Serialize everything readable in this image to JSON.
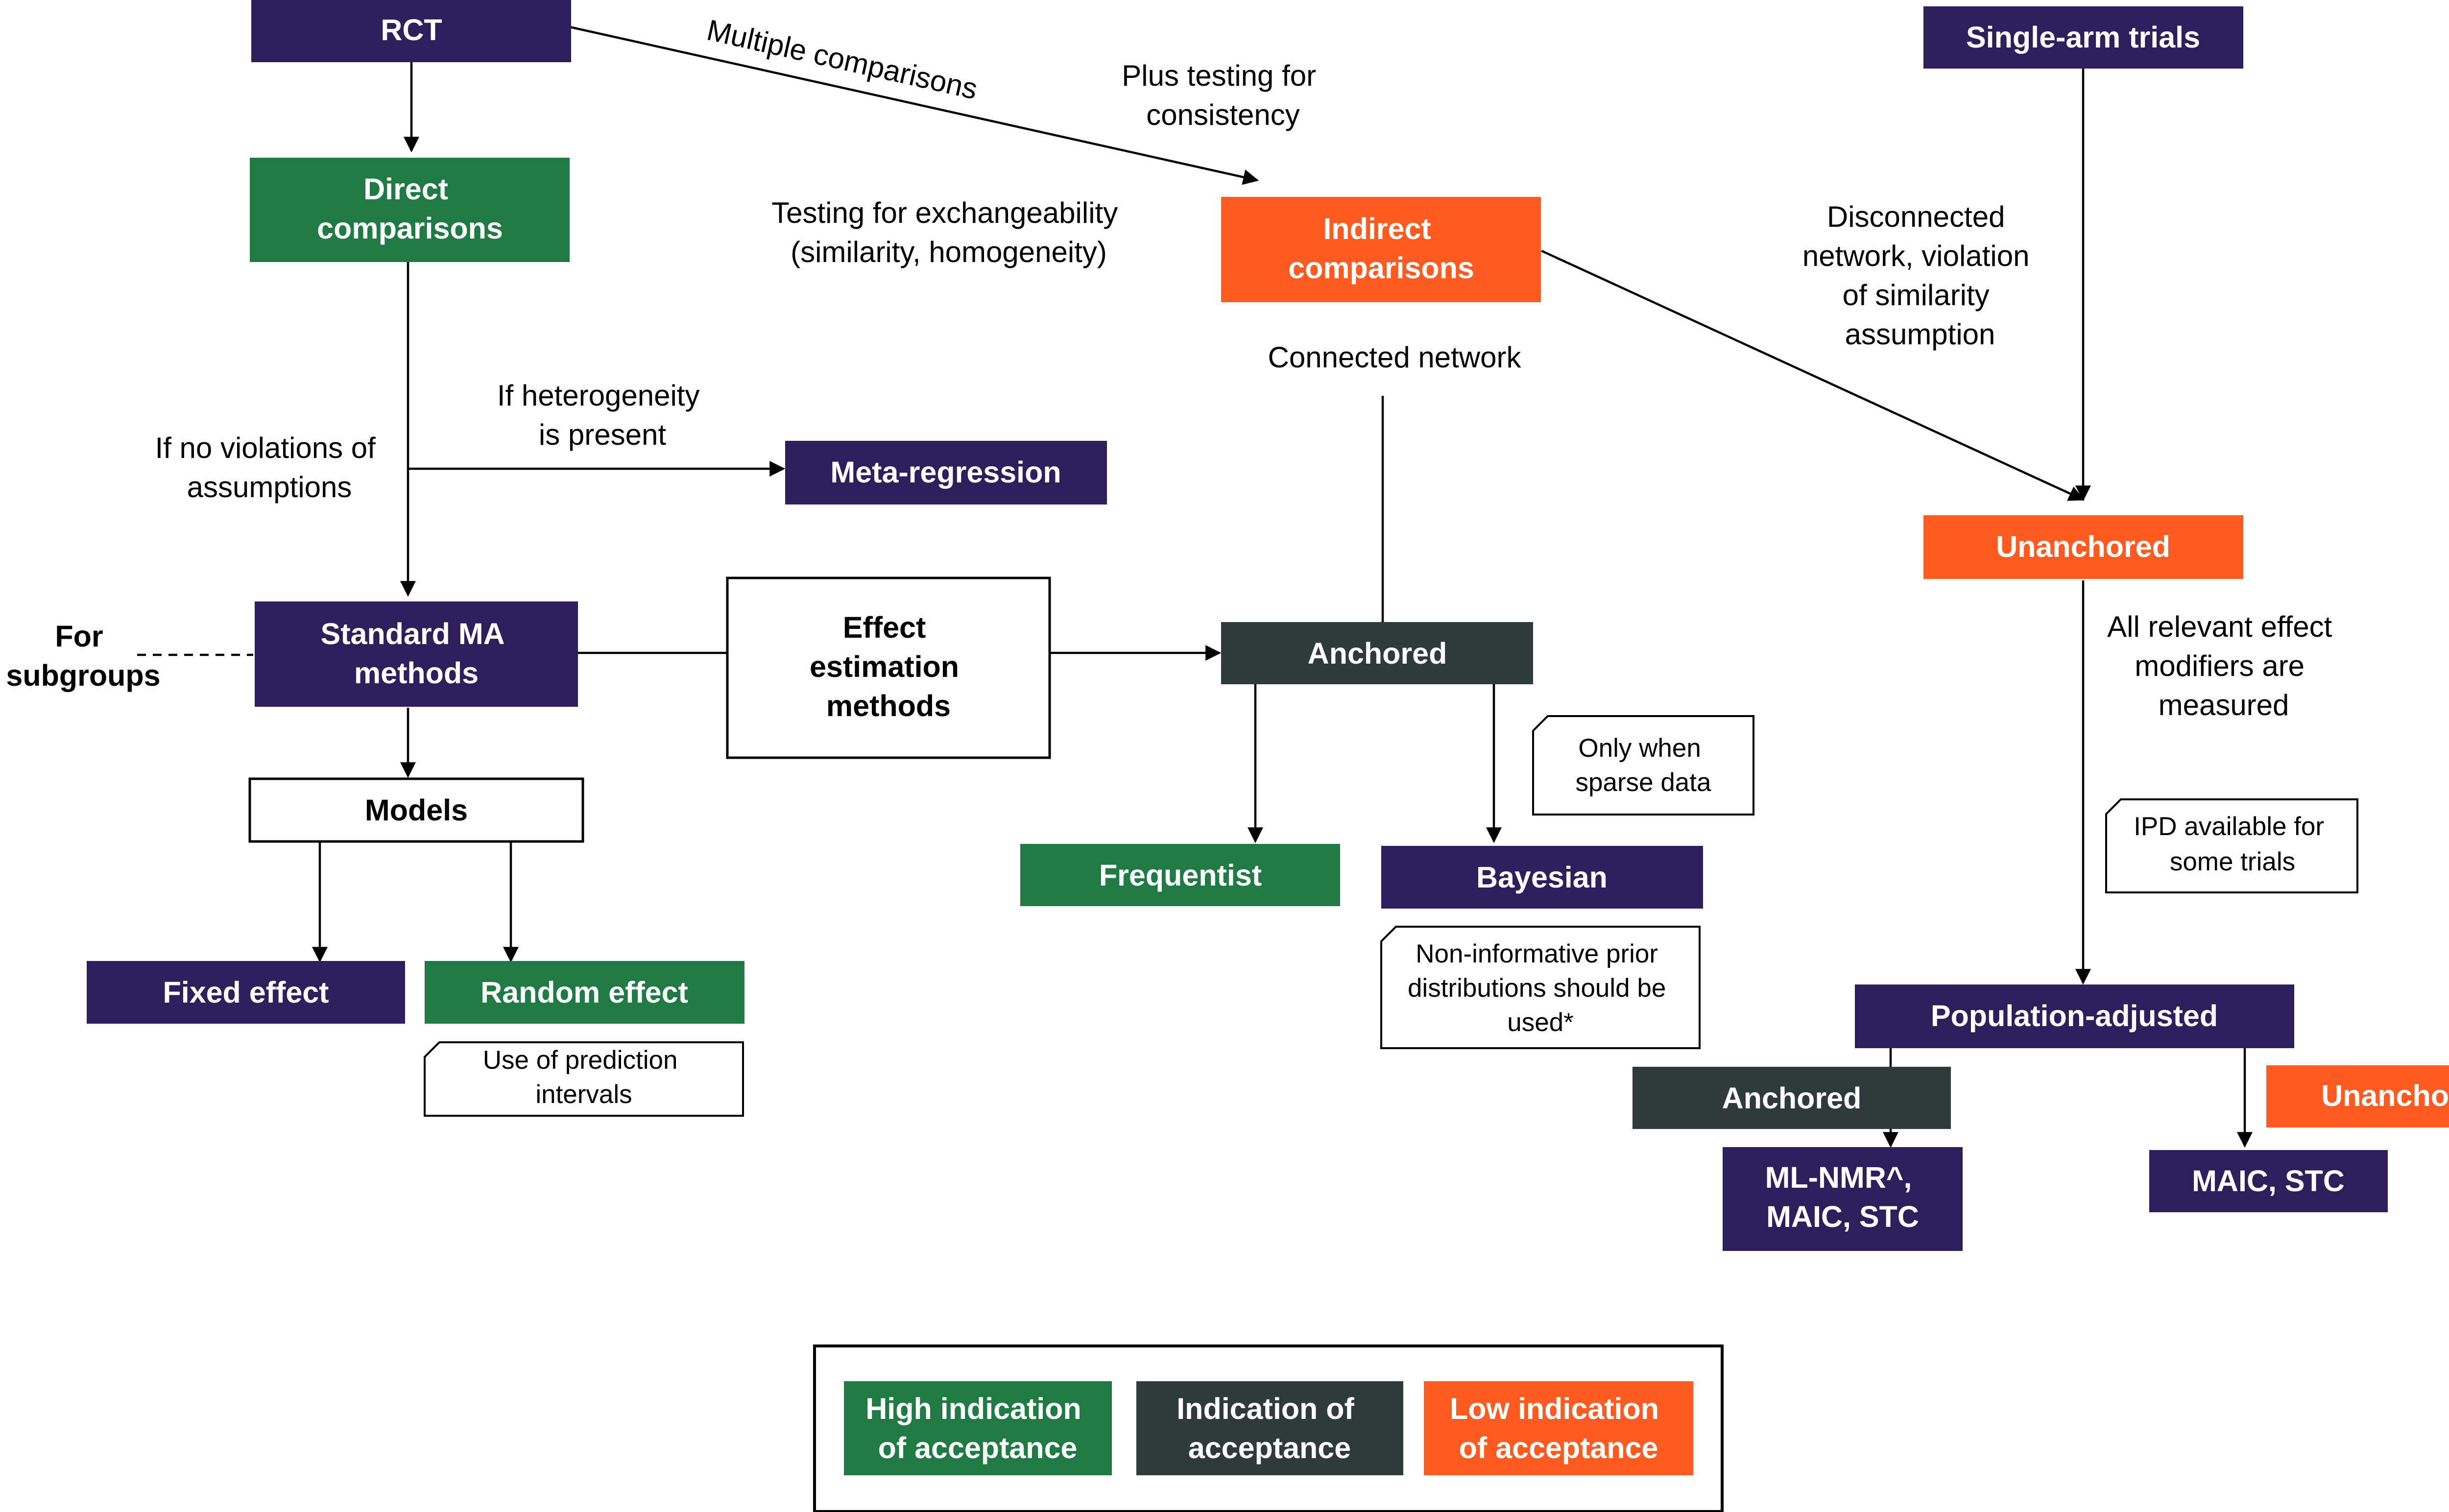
{
  "colors": {
    "purple": "#2c1f5c",
    "green": "#1f7a43",
    "orange": "#ff5a1f",
    "slate": "#2f3a3a",
    "white": "#ffffff",
    "black": "#000000"
  },
  "nodes": {
    "rct": "RCT",
    "direct_comparisons": [
      "Direct",
      "comparisons"
    ],
    "indirect_comparisons": [
      "Indirect",
      "comparisons"
    ],
    "single_arm_trials": "Single-arm trials",
    "meta_regression": "Meta-regression",
    "unanchored_top": "Unanchored",
    "standard_ma": [
      "Standard MA",
      "methods"
    ],
    "effect_estimation": [
      "Effect",
      "estimation",
      "methods"
    ],
    "anchored_mid": "Anchored",
    "models": "Models",
    "fixed_effect": "Fixed effect",
    "random_effect": "Random effect",
    "frequentist": "Frequentist",
    "bayesian": "Bayesian",
    "population_adjusted": "Population-adjusted",
    "anchored_small": "Anchored",
    "unanchored_small": "Unanchored",
    "ml_nmr": [
      "ML-NMR^,",
      "MAIC, STC"
    ],
    "maic_stc": "MAIC, STC",
    "for_subgroups": [
      "For",
      "subgroups"
    ]
  },
  "labels": {
    "multiple_comparisons": "Multiple comparisons",
    "plus_testing": [
      "Plus testing for",
      "consistency"
    ],
    "testing_exchangeability": [
      "Testing for exchangeability",
      "(similarity, homogeneity)"
    ],
    "disconnected_network": [
      "Disconnected",
      "network, violation",
      "of similarity",
      "assumption"
    ],
    "connected_network": "Connected network",
    "if_heterogeneity": [
      "If heterogeneity",
      "is present"
    ],
    "if_no_violations": [
      "If no violations of",
      "assumptions"
    ],
    "all_relevant": [
      "All relevant effect",
      "modifiers are",
      "measured"
    ]
  },
  "notes": {
    "only_when": [
      "Only when",
      "sparse data"
    ],
    "ipd_available": [
      "IPD available for",
      "some trials"
    ],
    "non_informative": [
      "Non-informative prior",
      "distributions should be",
      "used*"
    ],
    "prediction_intervals": [
      "Use of prediction",
      "intervals"
    ]
  },
  "legend": {
    "high": [
      "High indication",
      "of acceptance"
    ],
    "mid": [
      "Indication of",
      "acceptance"
    ],
    "low": [
      "Low indication",
      "of acceptance"
    ]
  }
}
